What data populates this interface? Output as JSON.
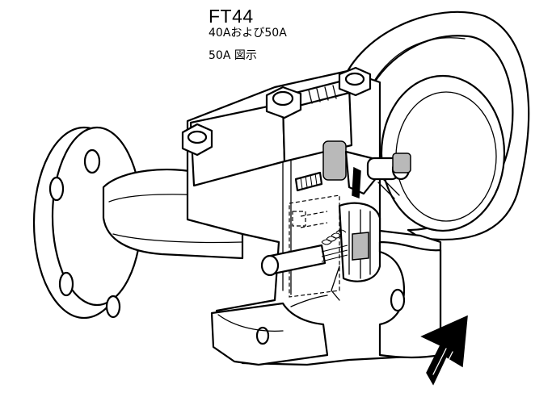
{
  "labels": {
    "model": "FT44",
    "sizes": "40Aおよび50A",
    "shown": "50A 図示"
  },
  "colors": {
    "ink": "#000000",
    "shade": "#b9b9b9",
    "background": "#ffffff"
  },
  "illustration": {
    "subject": "float-type steam trap cutaway",
    "flow_arrow_icon": "flow-direction-arrow-icon"
  }
}
